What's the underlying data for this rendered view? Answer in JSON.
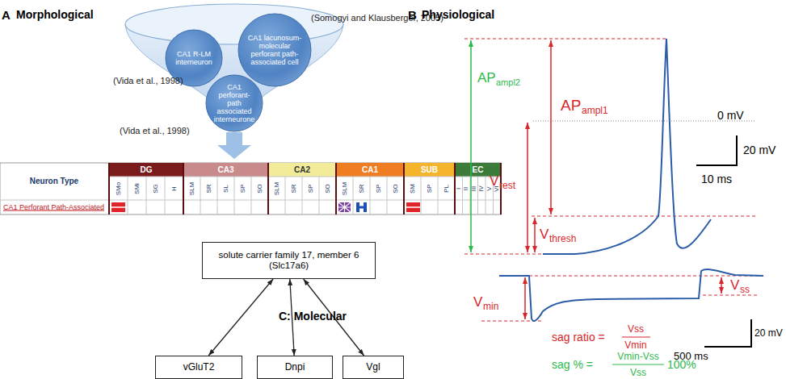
{
  "diagram": {
    "nodes": [
      {
        "text": [
          "CA1 R-LM interneuron"
        ]
      },
      {
        "text": [
          "CA1 lacunosum-molecular perforant path-associated cell"
        ]
      },
      {
        "text": [
          "CA1 perforant-path associated interneurone"
        ]
      },
      {
        "text": [
          "solute carrier family 17, member 6 (Slc17a6)"
        ]
      },
      {
        "text": [
          "vGluT2"
        ]
      },
      {
        "text": [
          "Dnpi"
        ]
      },
      {
        "text": [
          "Vgl"
        ]
      }
    ],
    "edges": [
      {
        "from": 3,
        "to": 4,
        "arrow": "both"
      },
      {
        "from": 3,
        "to": 5,
        "arrow": "both"
      },
      {
        "from": 3,
        "to": 6,
        "arrow": "both"
      }
    ],
    "labels": [
      "A",
      "Morphological",
      "(Somogyi and Klausberger, 2005)",
      "(Vida et al., 1998)",
      "(Vida et al., 1998)",
      "Neuron Type",
      "DG",
      "CA3",
      "CA2",
      "CA1",
      "SUB",
      "EC",
      "SMo",
      "SMi",
      "SG",
      "H",
      "SLM",
      "SR",
      "SL",
      "SP",
      "SO",
      "SLM",
      "SR",
      "SP",
      "SO",
      "SLM",
      "SR",
      "SP",
      "SO",
      "SM",
      "SP",
      "PL",
      "I",
      "II",
      "III",
      "IV",
      "V",
      "VI",
      "CA1 Perforant Path-Associated",
      "C: Molecular",
      "B",
      "Physiological",
      "AP",
      "ampl2",
      "AP",
      "ampl1",
      "0 mV",
      "V",
      "rest",
      "V",
      "thresh",
      "20 mV",
      "10 ms",
      "V",
      "min",
      "V",
      "ss",
      "sag ratio =",
      "Vss",
      "Vmin",
      "sag % =",
      "Vmin-Vss",
      "Vss",
      "100%",
      "500 ms",
      "20 mV"
    ]
  }
}
